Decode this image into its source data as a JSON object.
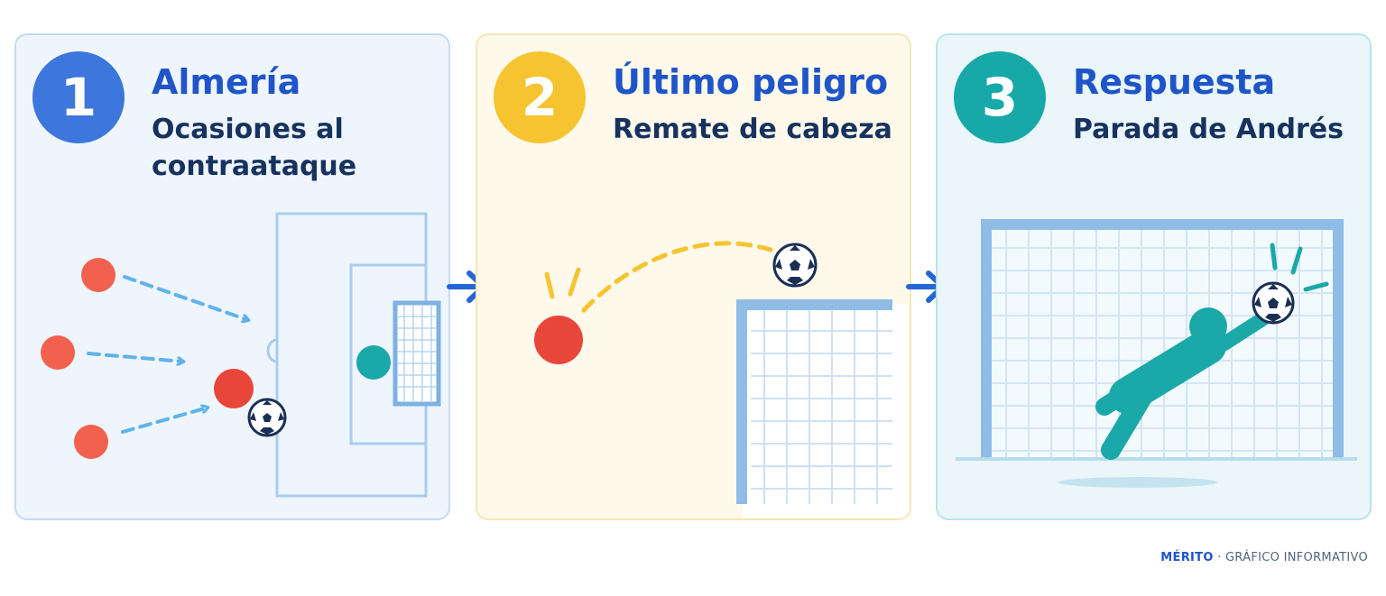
{
  "colors": {
    "step1": "#3d76dc",
    "step2": "#f6c430",
    "step3": "#17a9a8",
    "attacker": "#e9463a",
    "goalkeeper": "#1aa8a8",
    "arrow": "#2566d6"
  },
  "steps": [
    {
      "number": "1",
      "title": "Almería",
      "subtitle": "Ocasiones al contraataque",
      "icon": "counterattack-diagram"
    },
    {
      "number": "2",
      "title": "Último peligro",
      "subtitle": "Remate de cabeza",
      "icon": "header-shot-diagram"
    },
    {
      "number": "3",
      "title": "Respuesta",
      "subtitle": "Parada de Andrés",
      "icon": "goalkeeper-save-diagram"
    }
  ],
  "footer": {
    "brand": "MÉRITO",
    "separator": " · ",
    "label": "GRÁFICO INFORMATIVO"
  }
}
